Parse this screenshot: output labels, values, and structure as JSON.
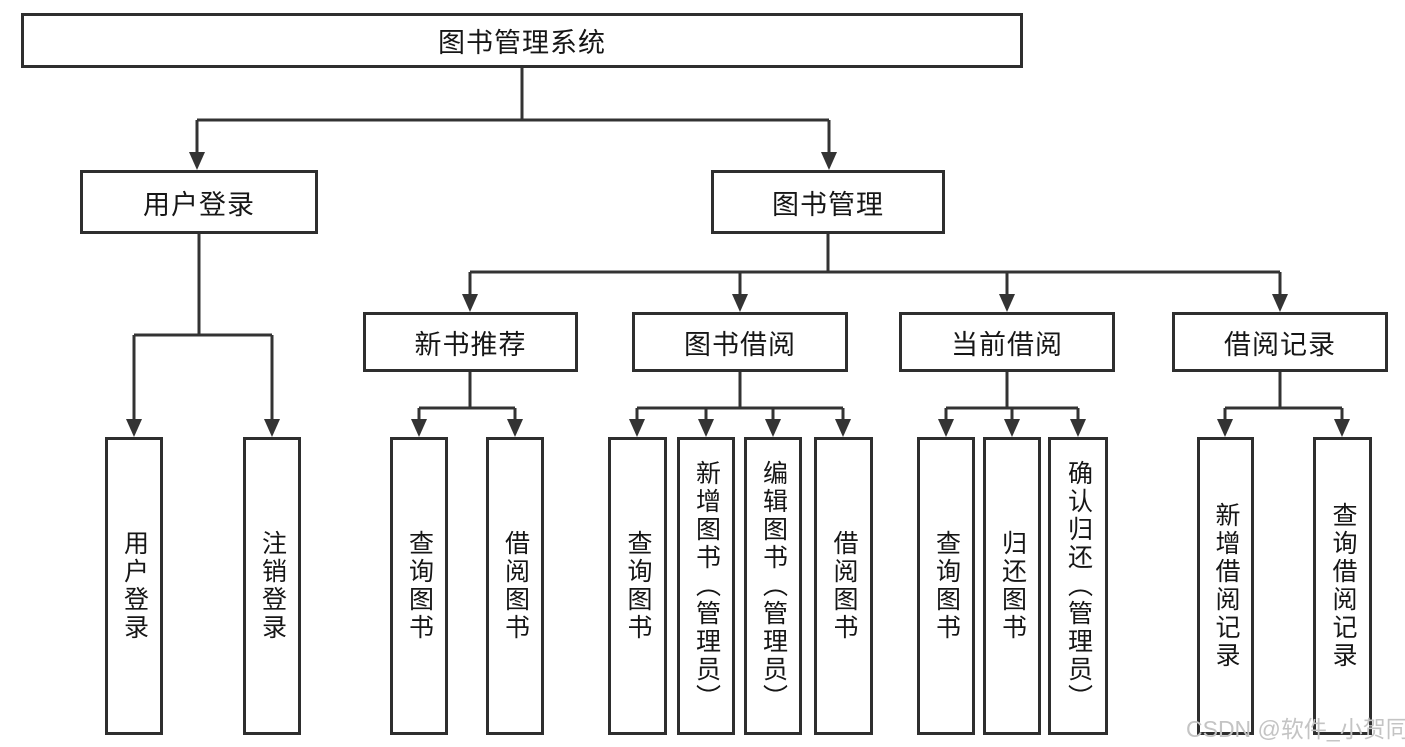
{
  "diagram_title": "图书管理系统",
  "nodes": {
    "root": "图书管理系统",
    "user_login": "用户登录",
    "book_mgmt": "图书管理",
    "new_book": "新书推荐",
    "book_borrow": "图书借阅",
    "current_borrow": "当前借阅",
    "borrow_record": "借阅记录",
    "leaf_user_login": "用户登录",
    "leaf_logout": "注销登录",
    "leaf_nb_query": "查询图书",
    "leaf_nb_borrow": "借阅图书",
    "leaf_bb_query": "查询图书",
    "leaf_bb_add": "新增图书（管理员）",
    "leaf_bb_edit": "编辑图书（管理员）",
    "leaf_bb_borrow": "借阅图书",
    "leaf_cb_query": "查询图书",
    "leaf_cb_return": "归还图书",
    "leaf_cb_confirm": "确认归还（管理员）",
    "leaf_br_add": "新增借阅记录",
    "leaf_br_query": "查询借阅记录"
  },
  "watermark": "CSDN @软件_小贺同学",
  "colors": {
    "line": "#333333",
    "border": "#2e2e2e",
    "text": "#161616",
    "background": "#ffffff",
    "watermark": "#c4c4c4"
  }
}
